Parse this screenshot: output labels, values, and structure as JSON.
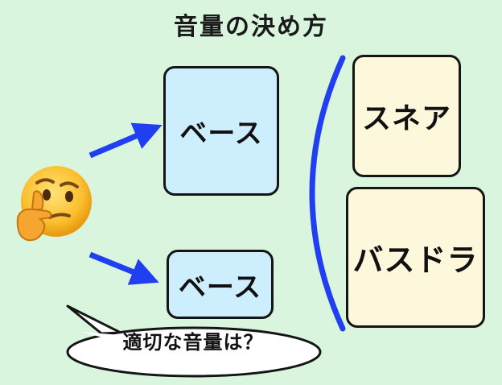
{
  "title": "音量の決め方",
  "boxes": {
    "bass_top": "ベース",
    "bass_bottom": "ベース",
    "snare": "スネア",
    "kick": "バスドラ"
  },
  "bubble": {
    "text": "適切な音量は？"
  },
  "icons": {
    "face": "thinking-face-icon"
  },
  "colors": {
    "background": "#d9f5dd",
    "blue_box": "#cdeefc",
    "cream_box": "#fdf7db",
    "arrow": "#1f3ff0",
    "bracket": "#1f3ff0"
  }
}
